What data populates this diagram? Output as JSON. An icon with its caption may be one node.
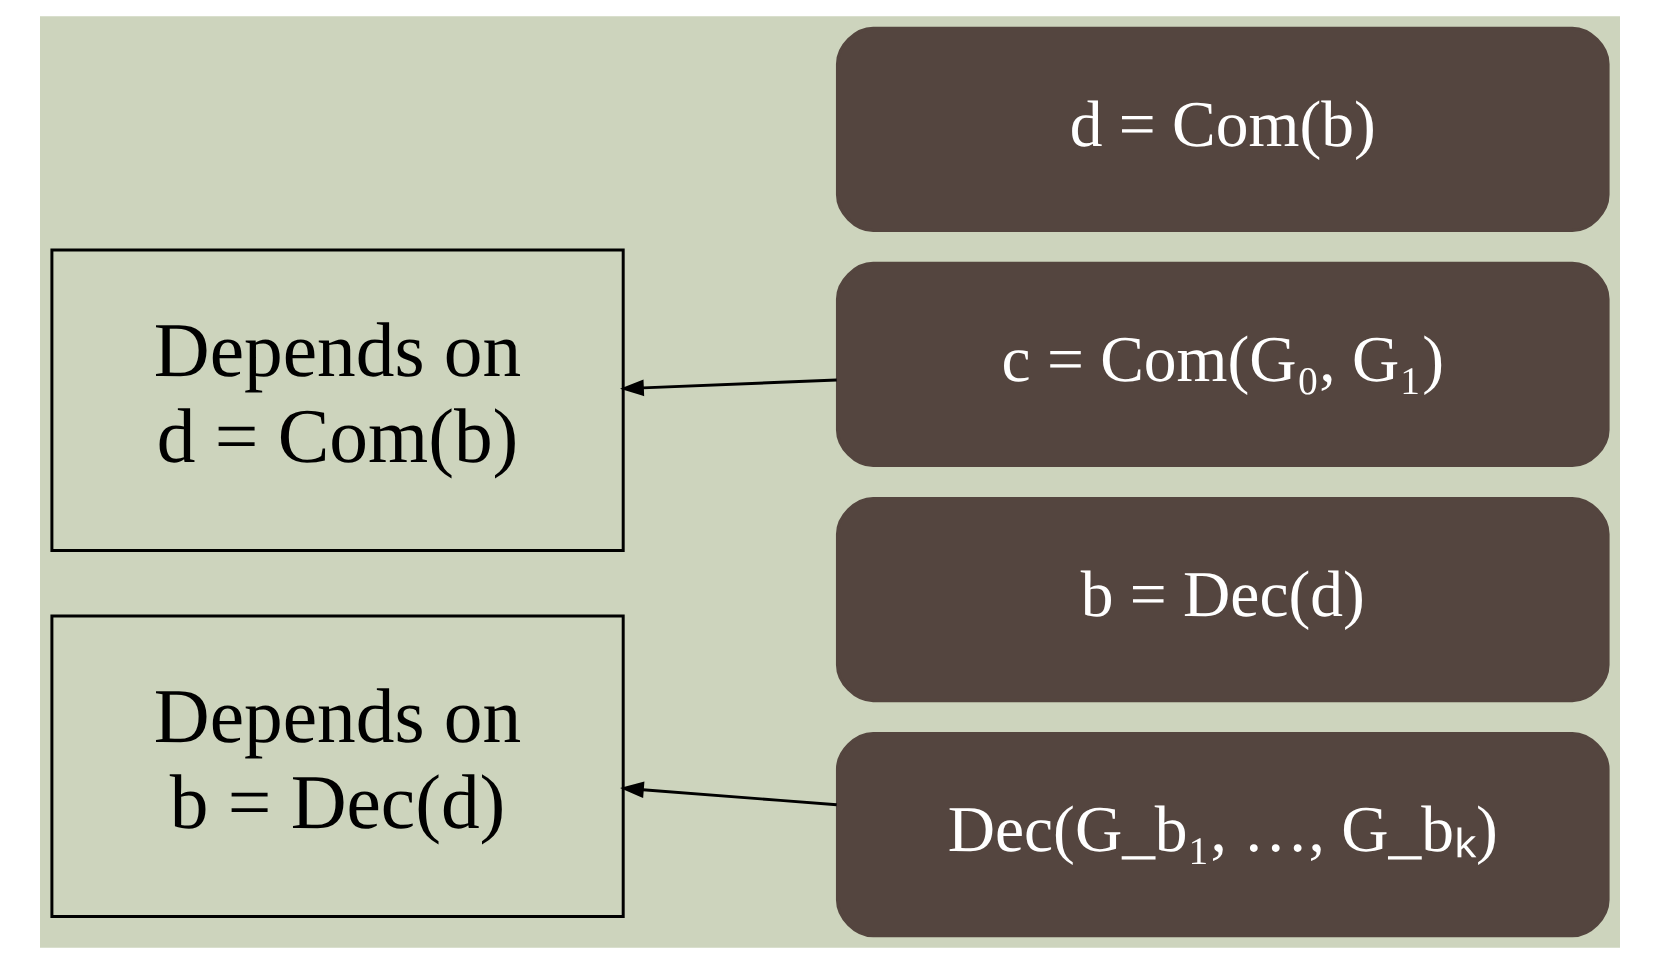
{
  "diagram": {
    "nodes": [
      {
        "text": [
          "d = Com(b)"
        ]
      },
      {
        "text": [
          "Depends on",
          "d = Com(b)"
        ]
      },
      {
        "text": [
          "c = Com(G₀, G₁)"
        ]
      },
      {
        "text": [
          "b = Dec(d)"
        ]
      },
      {
        "text": [
          "Depends on",
          "b = Dec(d)"
        ]
      },
      {
        "text": [
          "Dec(G_b₁, …, G_bₖ)"
        ]
      }
    ],
    "edges": [
      {
        "from": 2,
        "to": 1,
        "arrow": "to"
      },
      {
        "from": 5,
        "to": 4,
        "arrow": "to"
      }
    ]
  }
}
